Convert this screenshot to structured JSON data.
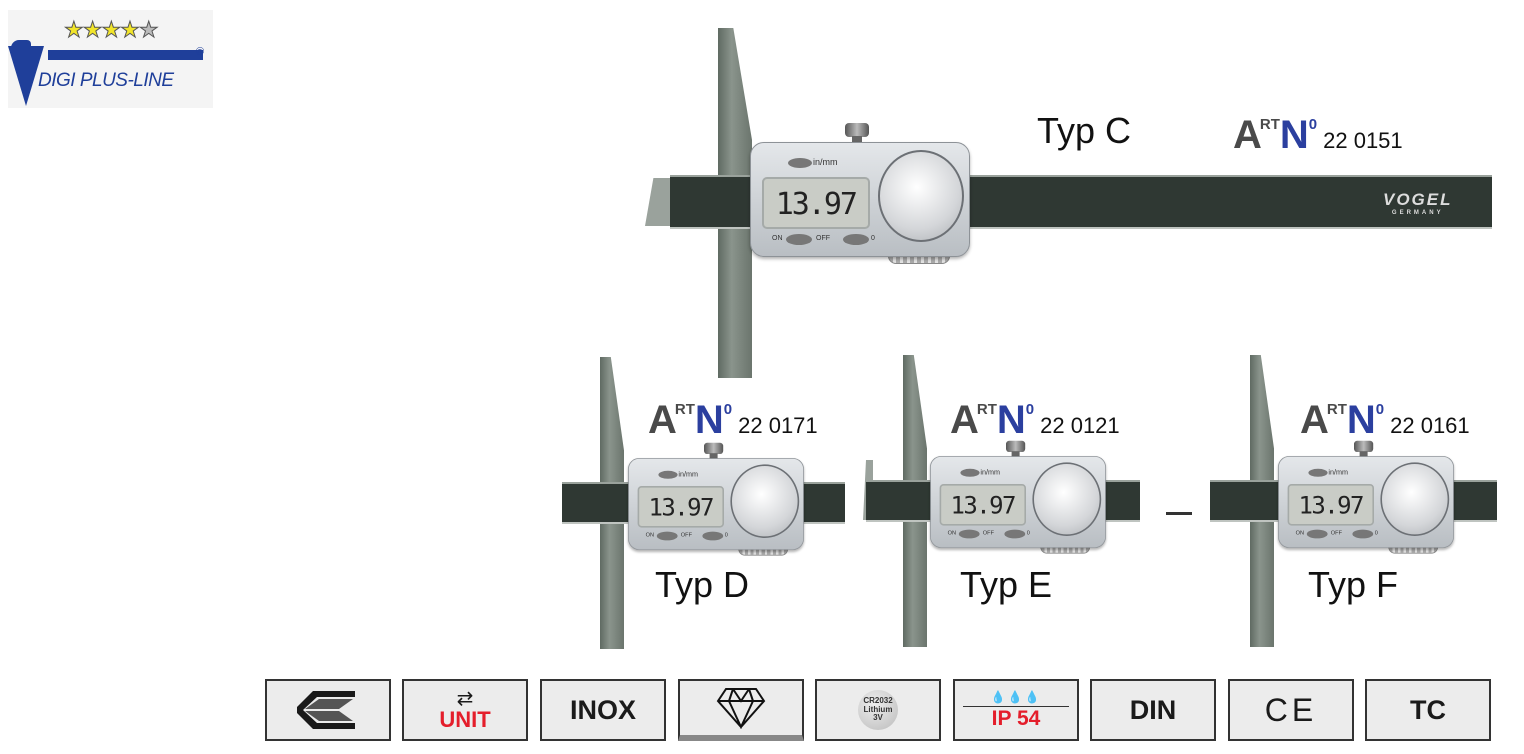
{
  "logo": {
    "text": "DIGI PLUS-LINE",
    "registered": "®",
    "rating": 4,
    "rating_max": 5
  },
  "gauge_display": {
    "reading": "13.97",
    "unit_button": "in/mm",
    "on": "ON",
    "off": "OFF",
    "zero": "0"
  },
  "brand": {
    "name": "VOGEL",
    "country": "GERMANY"
  },
  "art_prefix": {
    "a": "A",
    "rt": "RT",
    "n": "N",
    "o": "0"
  },
  "products": [
    {
      "type": "Typ C",
      "art_no": "22 0151"
    },
    {
      "type": "Typ D",
      "art_no": "22 0171"
    },
    {
      "type": "Typ E",
      "art_no": "22 0121"
    },
    {
      "type": "Typ F",
      "art_no": "22 0161"
    }
  ],
  "feature_icons": [
    {
      "name": "case",
      "label": ""
    },
    {
      "name": "unit",
      "label": "UNIT"
    },
    {
      "name": "inox",
      "label": "INOX"
    },
    {
      "name": "diamond",
      "label": ""
    },
    {
      "name": "battery",
      "label": "CR2032 Lithium 3V",
      "l1": "CR2032",
      "l2": "Lithium",
      "l3": "3V"
    },
    {
      "name": "ip",
      "label": "IP 54"
    },
    {
      "name": "din",
      "label": "DIN"
    },
    {
      "name": "ce",
      "label": "CE"
    },
    {
      "name": "tc",
      "label": "TC"
    }
  ],
  "colors": {
    "brand_blue": "#2b3f9f",
    "accent_red": "#e41e2b",
    "bar": "#2f3833"
  }
}
